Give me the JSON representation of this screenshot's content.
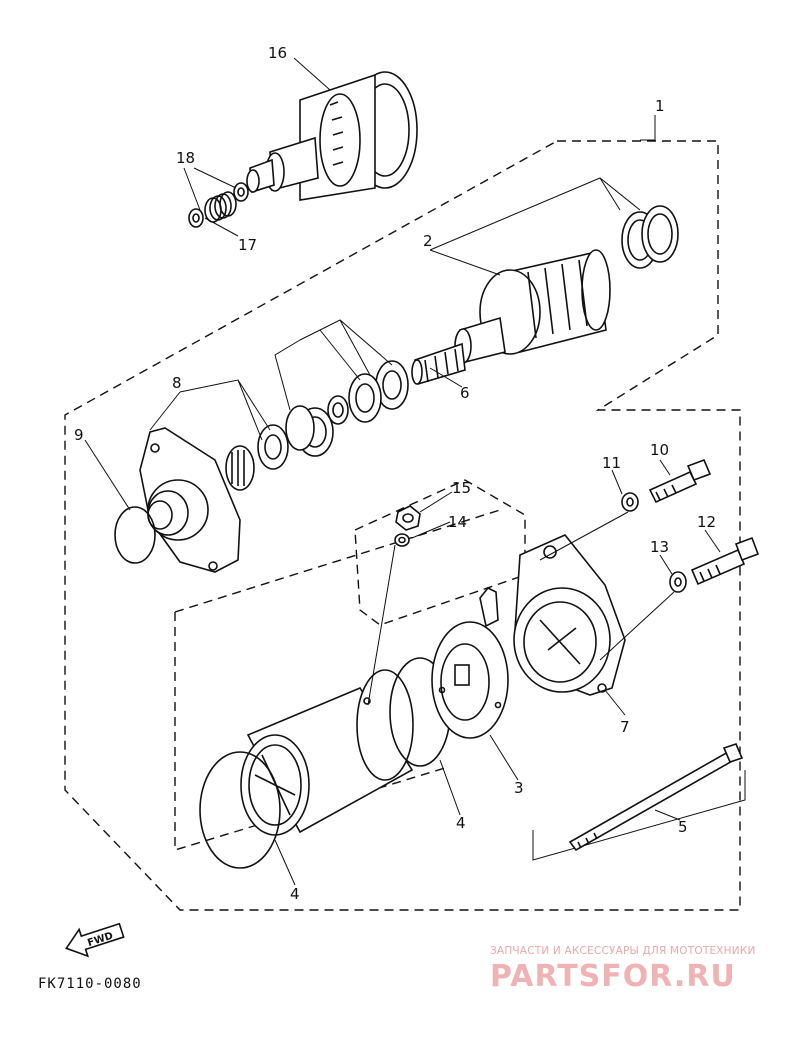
{
  "callouts": {
    "c1": "1",
    "c2": "2",
    "c3": "3",
    "c4a": "4",
    "c4b": "4",
    "c5": "5",
    "c6": "6",
    "c7": "7",
    "c8": "8",
    "c9": "9",
    "c10": "10",
    "c11": "11",
    "c12": "12",
    "c13": "13",
    "c14": "14",
    "c15": "15",
    "c16": "16",
    "c17": "17",
    "c18": "18"
  },
  "fwd_label": "FWD",
  "figure_code": "FK7110-0080",
  "watermark": {
    "subtitle": "ЗАПЧАСТИ И АКСЕССУАРЫ ДЛЯ МОТОТЕХНИКИ",
    "brand": "PARTSFOR.RU"
  },
  "colors": {
    "ink": "#111111",
    "watermark": "#f0b3b3"
  }
}
